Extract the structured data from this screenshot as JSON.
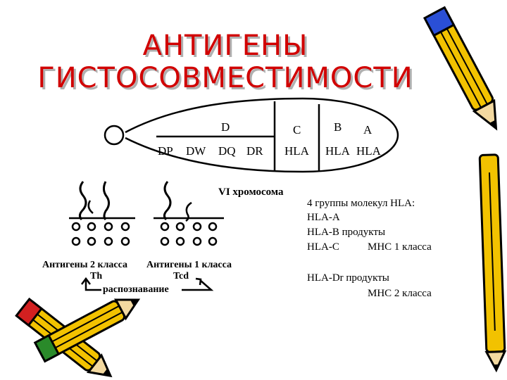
{
  "title": {
    "line1": "АНТИГЕНЫ",
    "line2": "ГИСТОСОВМЕСТИМОСТИ"
  },
  "chromosome": {
    "top_labels": {
      "d": "D",
      "c": "C",
      "b": "B",
      "a": "A"
    },
    "loci": {
      "dp": "DP",
      "dw": "DW",
      "dq": "DQ",
      "dr": "DR",
      "hla_c": "HLA",
      "hla_b": "HLA",
      "hla_a": "HLA"
    },
    "name": "VI хромосома"
  },
  "cells": {
    "class2_label": "Антигены 2 класса",
    "class1_label": "Антигены 1 класса",
    "th": "Th",
    "tcd": "Tcd",
    "recognition": "распознавание"
  },
  "info": {
    "groups": "4 группы молекул HLA:",
    "hla_a": "HLA-A",
    "hla_b": "HLA-B продукты",
    "hla_c": "HLA-C",
    "mhc1": "МНС 1 класса",
    "hla_dr": "HLA-Dr продукты",
    "mhc2": "МНС 2 класса"
  },
  "colors": {
    "title": "#d10000",
    "pencil_yellow": "#f2c200",
    "pencil_blue": "#2a4fd6",
    "pencil_red": "#d22020"
  }
}
